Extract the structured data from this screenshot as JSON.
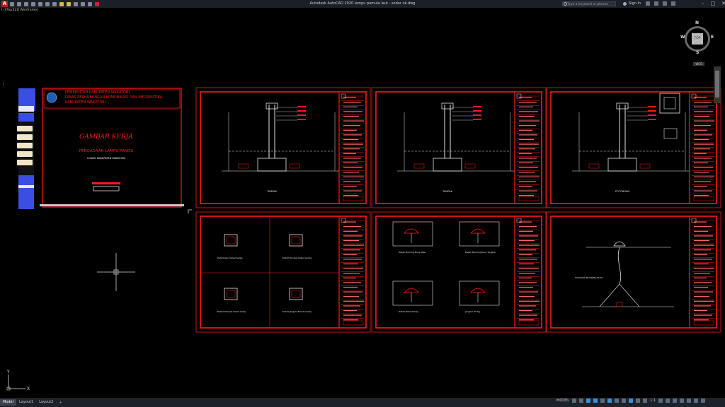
{
  "titlebar": {
    "app_logo": "A",
    "title": "Autodesk AutoCAD 2020    lampu pemula laut - sodar ok.dwg",
    "search_placeholder": "Type a keyword or phrase",
    "signin": "Sign In",
    "window_controls": [
      "–",
      "□",
      "✕"
    ]
  },
  "viewport": {
    "label": "[–][Top][2D Wireframe]"
  },
  "viewcube": {
    "n": "N",
    "s": "S",
    "w": "W",
    "e": "E",
    "face": "TOP",
    "wcs": "WCS"
  },
  "cover": {
    "header_line1": "PEMERINTAH KABUPATEN WAKATOBI",
    "header_line2": "DINAS PERHUBUNGAN KOMUNIKASI DAN INFORMATIKA",
    "header_line3": "KABUPATEN WAKATOBI",
    "title": "GAMBAR KERJA",
    "subtitle": "PENGADAAN LAMPU PANDU",
    "location": "LOKASI KABUPATEN WAKATOBI"
  },
  "sheets": [
    {
      "caption": "TAMPAK"
    },
    {
      "caption": "TAMPAK"
    },
    {
      "caption": "POTONGAN"
    },
    {
      "captions": [
        "Detail Jalur Kabel Gelap",
        "Detail Pondasi Kabel Lampu",
        "Detail Tampak Kotak Gelap",
        "Detail Jangkar Benda Gelap"
      ]
    },
    {
      "captions": [
        "Detail Mooring Buoy Atas",
        "Detail Mooring Buoy Tangkal",
        "Detail Batal Sirkap",
        "Jangkar 35 Kg"
      ]
    },
    {
      "caption": "SUSUNAN MOORING BUOY"
    }
  ],
  "tabs": [
    "Model",
    "Layout1",
    "Layout2"
  ],
  "tab_add": "+",
  "status": {
    "model": "MODEL",
    "scale": "1:1"
  },
  "ucs": {
    "x": "X",
    "y": "Y"
  },
  "colors": {
    "accent": "#ff1a1a",
    "background": "#000000",
    "ui": "#1b1f27"
  }
}
